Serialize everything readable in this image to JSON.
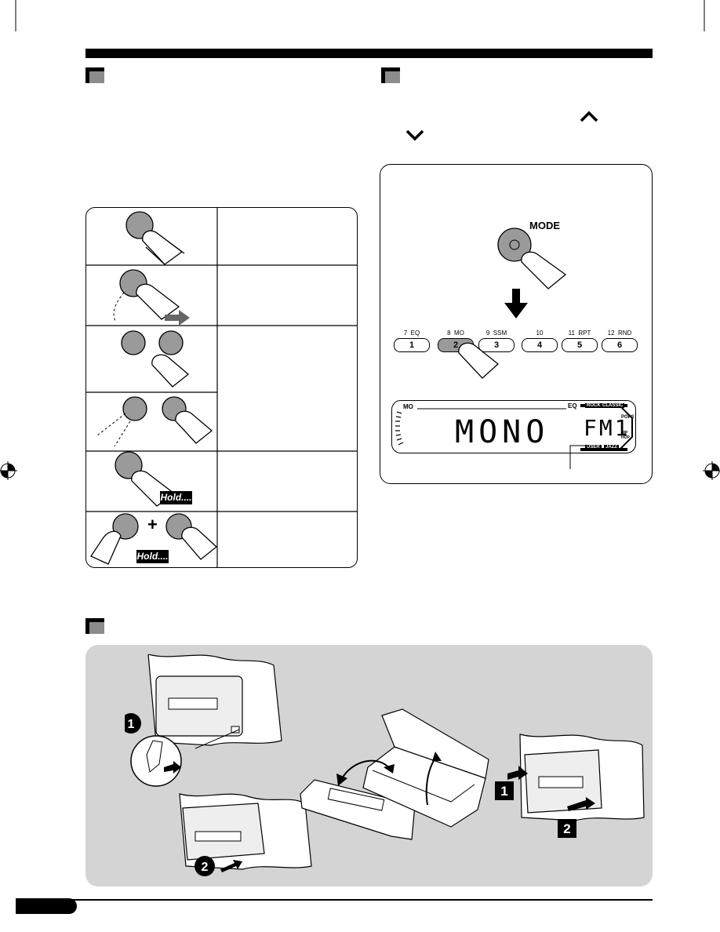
{
  "page": {
    "background": "#ffffff",
    "accent": "#000000",
    "icon_gray": "#8c8c8c",
    "panel_gray": "#d4d4d4"
  },
  "section_icons": [
    "section-marker-icon",
    "section-marker-icon",
    "section-marker-icon"
  ],
  "gestures": {
    "rows": [
      {
        "icon": "press-button-icon"
      },
      {
        "icon": "press-and-slide-icon"
      },
      {
        "icon": "press-two-buttons-icon"
      },
      {
        "icon": "slide-two-buttons-icon"
      },
      {
        "icon": "press-and-hold-icon",
        "badge": "Hold...."
      },
      {
        "icon": "press-both-and-hold-icon",
        "badge": "Hold....",
        "plus": "+"
      }
    ]
  },
  "mode_diagram": {
    "up_glyph": "⌃",
    "down_glyph": "⌄",
    "mode_label": "MODE",
    "preset_buttons": [
      {
        "number": "1",
        "function": "7  EQ"
      },
      {
        "number": "2",
        "function": "8  MO"
      },
      {
        "number": "3",
        "function": "9  SSM"
      },
      {
        "number": "4",
        "function": "10"
      },
      {
        "number": "5",
        "function": "11  RPT"
      },
      {
        "number": "6",
        "function": "12  RND"
      }
    ],
    "display": {
      "main_text": "MONO",
      "band_text": "FM1",
      "mo_indicator": "MO",
      "eq_indicator": "EQ",
      "sound_modes": [
        "ROCK",
        "CLASSIC",
        "POPS",
        "HIP HOP",
        "USER",
        "JAZZ"
      ]
    }
  },
  "panel_steps": {
    "detach_step_1": "1",
    "detach_step_2": "2",
    "attach_step_1": "1",
    "attach_step_2": "2"
  }
}
